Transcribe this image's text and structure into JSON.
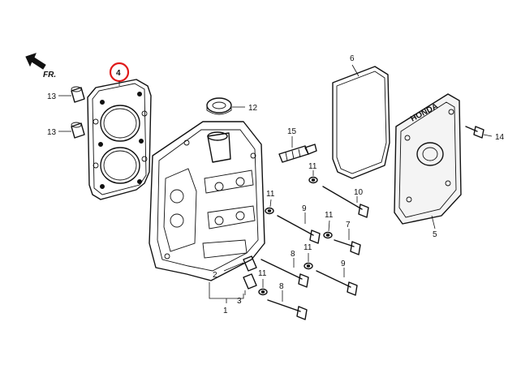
{
  "diagram": {
    "direction_label": "FR.",
    "highlight_color": "#e01919",
    "callouts": {
      "c1": "1",
      "c2": "2",
      "c3": "3",
      "c4": "4",
      "c5": "5",
      "c6": "6",
      "c7": "7",
      "c8a": "8",
      "c8b": "8",
      "c9a": "9",
      "c9b": "9",
      "c10": "10",
      "c11a": "11",
      "c11b": "11",
      "c11c": "11",
      "c11d": "11",
      "c11e": "11",
      "c12": "12",
      "c13a": "13",
      "c13b": "13",
      "c14": "14",
      "c15": "15"
    },
    "cover_brand": "HONDA"
  }
}
